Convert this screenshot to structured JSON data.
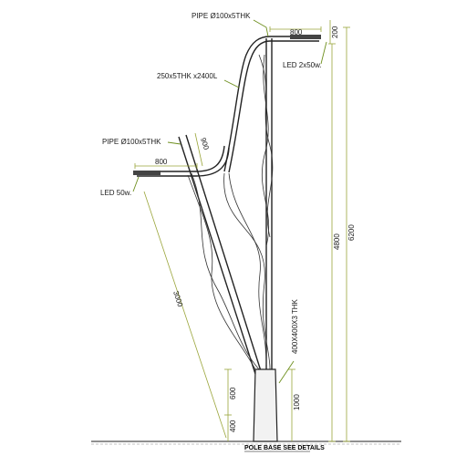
{
  "labels": {
    "pipe_top": "PIPE Ø100x5THK",
    "led_top": "LED 2x50w.",
    "arm_curve": "250x5THK x2400L",
    "pipe_left": "PIPE Ø100x5THK",
    "led_left": "LED 50w.",
    "base_plate": "400X400X3 THK",
    "base_note": "POLE BASE SEE DETAILS"
  },
  "dims": {
    "top_arm": "800",
    "top_rise": "200",
    "left_arm": "800",
    "left_rise": "900",
    "diagonal": "3000",
    "h_4800": "4800",
    "h_6200": "6200",
    "h_1000": "1000",
    "h_600": "600",
    "h_400": "400"
  },
  "colors": {
    "line": "#222222",
    "leader": "#6e8f1e",
    "dimension": "#9aa53a"
  }
}
